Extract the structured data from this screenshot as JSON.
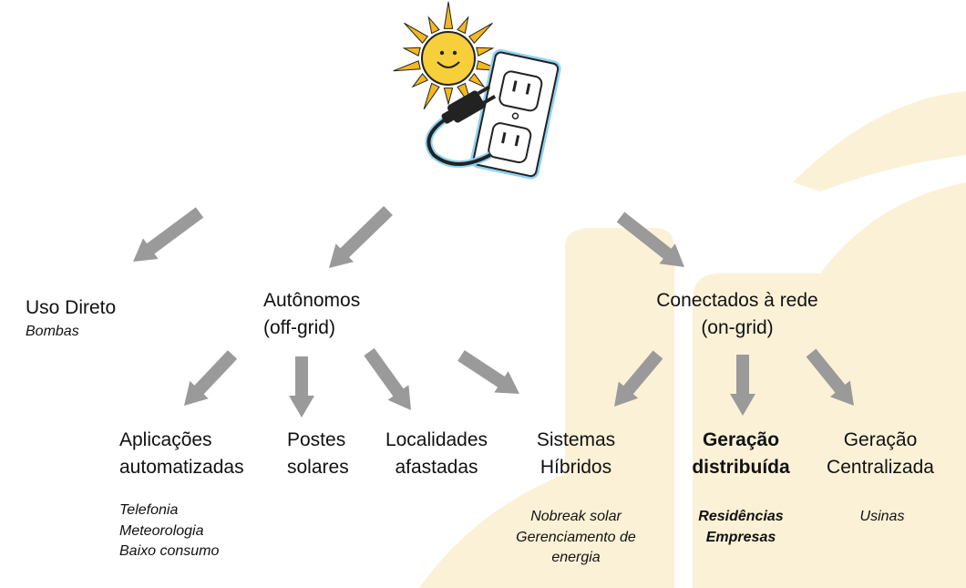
{
  "colors": {
    "arrow": "#9a9a9a",
    "watermark": "#fbf1d6",
    "sun": "#f6cf3a",
    "rays": "#f3b81f",
    "outlet_glow": "#8fd3f3"
  },
  "icons": {
    "header": "sun-with-plug-and-outlet-icon",
    "arrows": "arrow-icon"
  },
  "root": {},
  "level1": {
    "uso_direto": {
      "title": "Uso Direto",
      "sub": "Bombas"
    },
    "autonomos": {
      "title": [
        "Autônomos",
        "(off-grid)"
      ]
    },
    "conectados": {
      "title": [
        "Conectados à rede",
        "(on-grid)"
      ]
    }
  },
  "level2": {
    "aplicacoes": {
      "title": [
        "Aplicações",
        "automatizadas"
      ],
      "sub": [
        "Telefonia",
        "Meteorologia",
        "Baixo consumo"
      ]
    },
    "postes": {
      "title": [
        "Postes",
        "solares"
      ]
    },
    "localidades": {
      "title": [
        "Localidades",
        "afastadas"
      ]
    },
    "hibridos": {
      "title": [
        "Sistemas",
        "Híbridos"
      ],
      "sub": [
        "Nobreak solar",
        "Gerenciamento de",
        "energia"
      ]
    },
    "distribuida": {
      "title": [
        "Geração",
        "distribuída"
      ],
      "sub": [
        "Residências",
        "Empresas"
      ]
    },
    "centralizada": {
      "title": [
        "Geração",
        "Centralizada"
      ],
      "sub": [
        "Usinas"
      ]
    }
  }
}
